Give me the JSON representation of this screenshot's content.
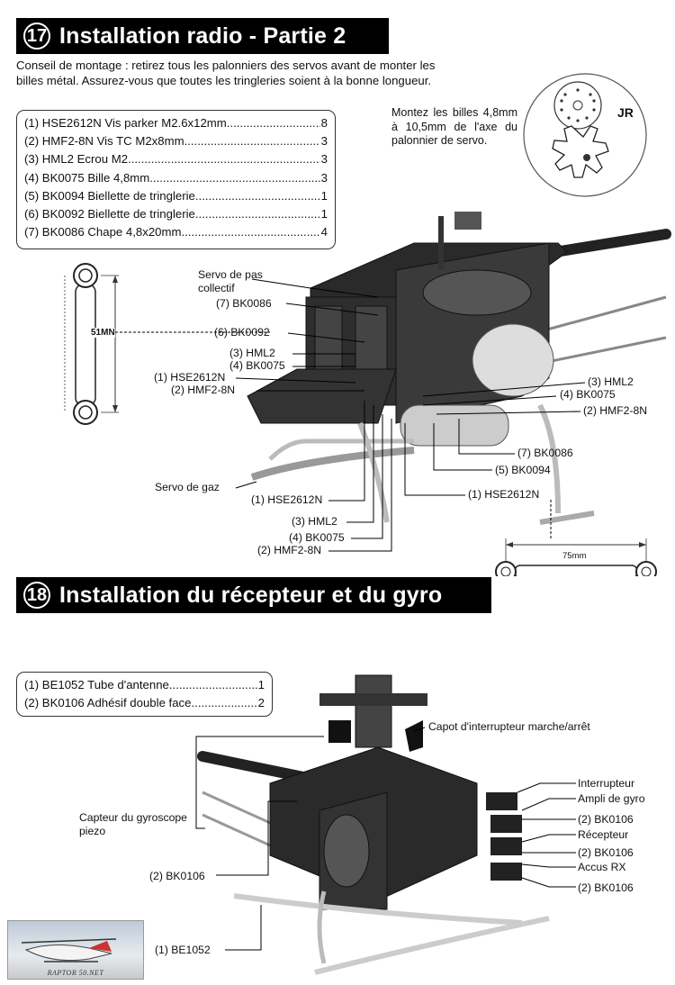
{
  "section17": {
    "number": "17",
    "title": "Installation radio - Partie 2",
    "note": "Conseil de montage : retirez tous les palonniers des servos avant de monter les billes métal. Assurez-vous que toutes les tringleries soient à la bonne longueur.",
    "parts": [
      {
        "label": "(1) HSE2612N Vis parker M2.6x12mm",
        "qty": "8"
      },
      {
        "label": "(2) HMF2-8N Vis TC M2x8mm",
        "qty": "3"
      },
      {
        "label": "(3) HML2 Ecrou M2",
        "qty": "3"
      },
      {
        "label": "(4) BK0075 Bille 4,8mm",
        "qty": "3"
      },
      {
        "label": "(5) BK0094 Biellette de tringlerie",
        "qty": "1"
      },
      {
        "label": "(6) BK0092 Biellette de tringlerie",
        "qty": "1"
      },
      {
        "label": "(7) BK0086 Chape 4,8x20mm",
        "qty": "4"
      }
    ],
    "horn_note": "Montez les billes 4,8mm à 10,5mm de l'axe du palonnier de servo.",
    "jr_label": "JR",
    "rod_left_dim": "51MN",
    "rod_bottom_dim": "75mm",
    "callouts": {
      "servo_collectif": "Servo de pas collectif",
      "l7_bk0086": "(7) BK0086",
      "l6_bk0092": "(6) BK0092",
      "l3_hml2_a": "(3) HML2",
      "l4_bk0075_a": "(4) BK0075",
      "l1_hse_a": "(1) HSE2612N",
      "l2_hmf_a": "(2) HMF2-8N",
      "r3_hml2": "(3) HML2",
      "r4_bk0075": "(4) BK0075",
      "r2_hmf": "(2) HMF2-8N",
      "r7_bk0086": "(7) BK0086",
      "r5_bk0094": "(5) BK0094",
      "r1_hse": "(1) HSE2612N",
      "servo_gaz": "Servo de gaz",
      "b1_hse": "(1) HSE2612N",
      "b3_hml2": "(3) HML2",
      "b4_bk0075": "(4) BK0075",
      "b2_hmf": "(2) HMF2-8N"
    }
  },
  "section18": {
    "number": "18",
    "title": "Installation du récepteur et du gyro",
    "parts": [
      {
        "label": "(1) BE1052 Tube d'antenne",
        "qty": "1"
      },
      {
        "label": "(2) BK0106 Adhésif double face",
        "qty": "2"
      }
    ],
    "callouts": {
      "capot": "Capot d'interrupteur marche/arrêt",
      "capteur": "Capteur du gyroscope piezo",
      "bk0106_left": "(2) BK0106",
      "be1052": "(1) BE1052",
      "interrupteur": "Interrupteur",
      "ampli": "Ampli de gyro",
      "bk0106_r1": "(2) BK0106",
      "recepteur": "Récepteur",
      "bk0106_r2": "(2) BK0106",
      "accus": "Accus RX",
      "bk0106_r3": "(2) BK0106"
    }
  },
  "photo_caption": "RAPTOR 50.NET"
}
